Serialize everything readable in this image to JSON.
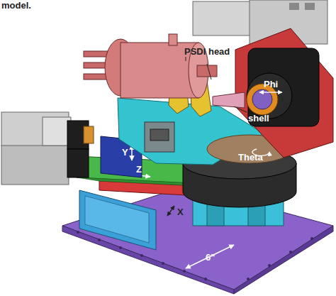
{
  "diagram": {
    "labels": [
      "model.",
      "PSDI head",
      "Phi",
      "shell",
      "Theta",
      "Y",
      "Z",
      "X",
      "6\""
    ]
  }
}
